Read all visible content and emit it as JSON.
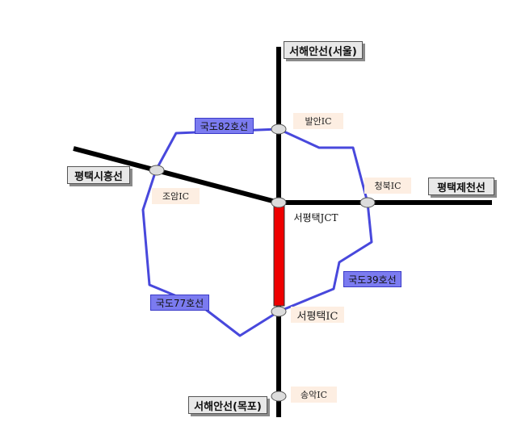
{
  "expressways": {
    "seohaean_seoul": "서해안선(서울)",
    "seohaean_mokpo": "서해안선(목포)",
    "pyeongtaek_siheung": "평택시흥선",
    "pyeongtaek_jecheon": "평택제천선"
  },
  "national_roads": {
    "route82": "국도82호선",
    "route39": "국도39호선",
    "route77": "국도77호선"
  },
  "interchanges": {
    "baran": "발안IC",
    "cheongbuk": "청북IC",
    "joam": "조암IC",
    "seopyeongtaek_jct": "서평택JCT",
    "seopyeongtaek_ic": "서평택IC",
    "songak": "송악IC"
  },
  "colors": {
    "expressway_line": "#000000",
    "national_road_line": "#4848dc",
    "highlight_segment": "#ee0000",
    "node_fill": "#dcdcdc",
    "road_label_fill": "#7b7bf0",
    "ic_label_fill": "#fdeee2",
    "expressway_label_fill": "#e8e8e8"
  }
}
